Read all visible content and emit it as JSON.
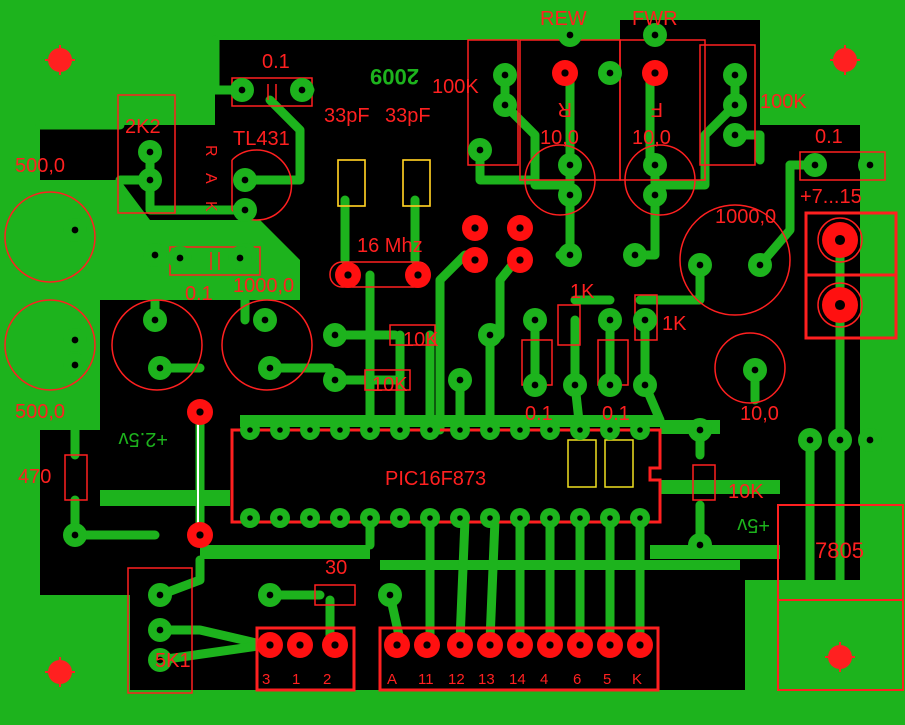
{
  "board": {
    "year": "2009",
    "mcu": "PIC16F873",
    "regulator": "7805",
    "crystal": "16 Mhz",
    "crystal_caps": [
      "33pF",
      "33pF"
    ],
    "ref": "TL431",
    "ref_pins": [
      "R",
      "A",
      "K"
    ],
    "buttons": [
      "REW",
      "FWR"
    ],
    "button_marks": [
      "R",
      "F"
    ],
    "rails": {
      "v25": "+2.5v",
      "v5": "+5v"
    },
    "power_in": "+7...15",
    "components": {
      "c_top": "0.1",
      "c_mid": "0.1",
      "c_right": "0.1",
      "c_dec1": "0.1",
      "c_dec2": "0.1",
      "trim_2k2": "2K2",
      "trim_5k1": "5K1",
      "trim_100k_l": "100K",
      "trim_100k_r": "100K",
      "el_500a": "500,0",
      "el_500b": "500,0",
      "el_1000a": "1000,0",
      "el_1000b": "1000,0",
      "el_10a": "10,0",
      "el_10b": "10,0",
      "el_10c": "10,0",
      "r_10k_a": "10K",
      "r_10k_b": "10K",
      "r_10k_c": "10K",
      "r_1k_a": "1K",
      "r_1k_b": "1K",
      "r_470": "470",
      "r_30": "30"
    },
    "connector_small": [
      "3",
      "1",
      "2"
    ],
    "connector_large": [
      "A",
      "11",
      "12",
      "13",
      "14",
      "4",
      "6",
      "5",
      "K"
    ]
  }
}
